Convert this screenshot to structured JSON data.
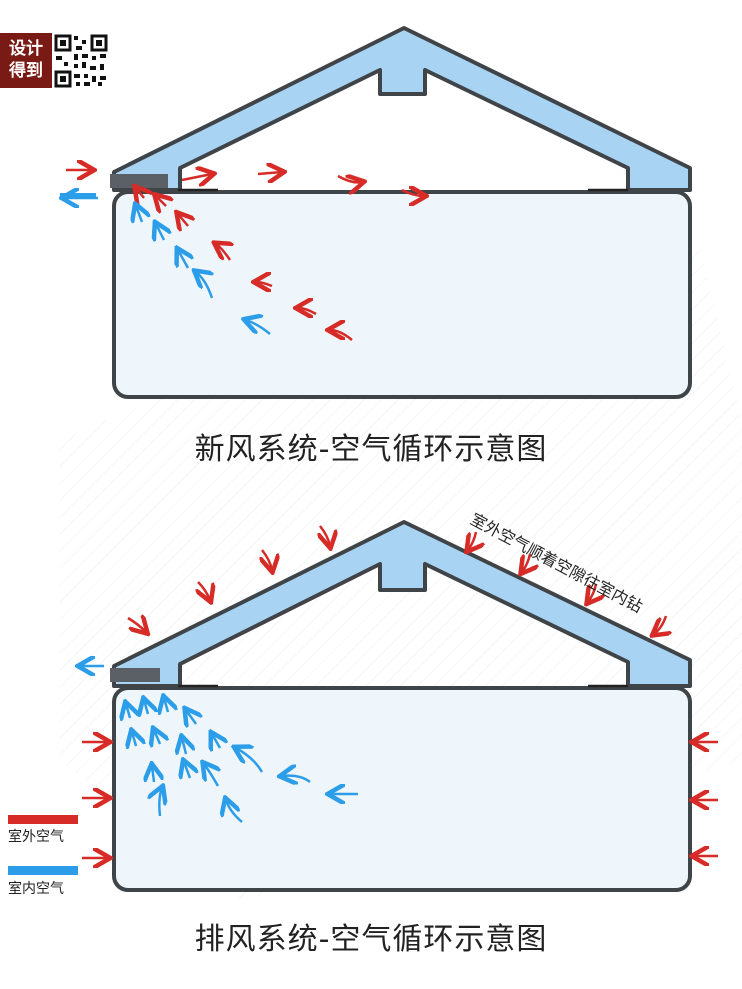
{
  "brand": {
    "logo_text_line1": "设计",
    "logo_text_line2": "得到"
  },
  "diagram1": {
    "caption": "新风系统-空气循环示意图"
  },
  "diagram2": {
    "caption": "排风系统-空气循环示意图",
    "note": "室外空气顺着空隙往室内钻"
  },
  "legend": {
    "outdoor": {
      "label": "室外空气",
      "color": "#d62b27"
    },
    "indoor": {
      "label": "室内空气",
      "color": "#2c9de8"
    }
  },
  "colors": {
    "frame": "#3f4448",
    "roof_fill": "#a9d3f2",
    "room_fill": "#eef6fb"
  }
}
